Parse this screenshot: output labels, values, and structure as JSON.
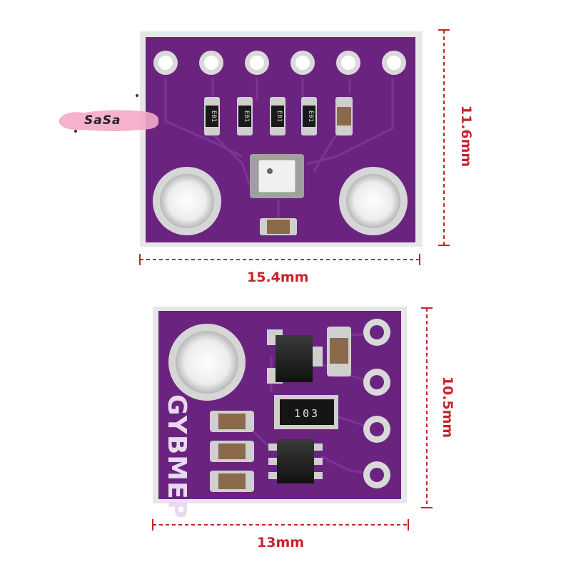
{
  "watermark": {
    "text": "SaSa",
    "color": "#f4a9c8"
  },
  "boards": [
    {
      "name": "top-board",
      "color": "#6a2480",
      "width_label": "15.4mm",
      "height_label": "11.6mm",
      "chip_labels": [
        "E01",
        "E01",
        "E01",
        "E01"
      ]
    },
    {
      "name": "bottom-board",
      "color": "#6a2480",
      "width_label": "13mm",
      "height_label": "10.5mm",
      "silkscreen": "GYBMEP",
      "resistor_array_label": "103"
    }
  ],
  "colors": {
    "dimension": "#c8232b",
    "board": "#6a2480",
    "trace": "#7d3595",
    "pad": "#d9d9d9"
  }
}
